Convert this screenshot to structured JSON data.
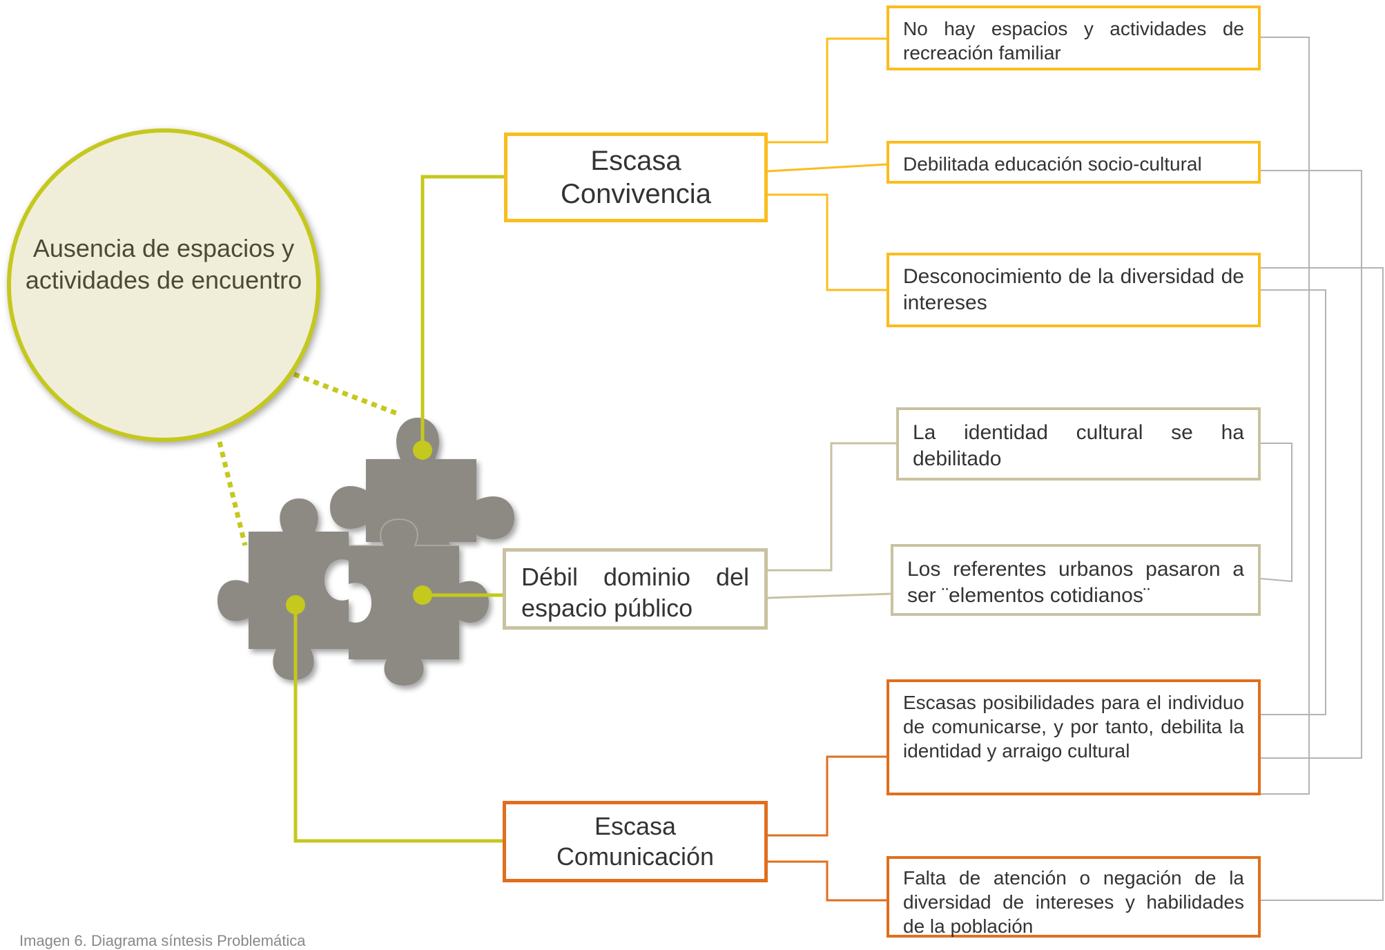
{
  "central_node": {
    "label": "Ausencia de espacios y actividades de encuentro"
  },
  "categories": [
    {
      "id": "convivencia",
      "line1": "Escasa",
      "line2": "Convivencia"
    },
    {
      "id": "dominio",
      "label": "Débil dominio del espacio público"
    },
    {
      "id": "comunicacion",
      "line1": "Escasa",
      "line2": "Comunicación"
    }
  ],
  "problems": [
    {
      "text": "No hay espacios y actividades de recreación familiar"
    },
    {
      "text": "Debilitada educación socio-cultural"
    },
    {
      "text": "Desconocimiento de la diversidad de intereses"
    },
    {
      "text": "La identidad cultural se ha debilitado"
    },
    {
      "text": "Los referentes urbanos pasaron a ser ¨elementos cotidianos¨"
    },
    {
      "text": "Escasas posibilidades para el individuo de comunicarse, y por tanto, debilita la identidad y arraigo cultural"
    },
    {
      "text": "Falta de atención o negación de la diversidad de intereses y habilidades de la población"
    }
  ],
  "caption": "Imagen 6. Diagrama síntesis Problemática",
  "colors": {
    "convivencia": "#fbbc1d",
    "dominio": "#c9c2a0",
    "comunicacion": "#e06e1e",
    "puzzle_link": "#c5c81d",
    "puzzle_piece": "#8d8a84",
    "circle_fill": "#f0eed8",
    "cross_links": "#b3b3b3"
  }
}
